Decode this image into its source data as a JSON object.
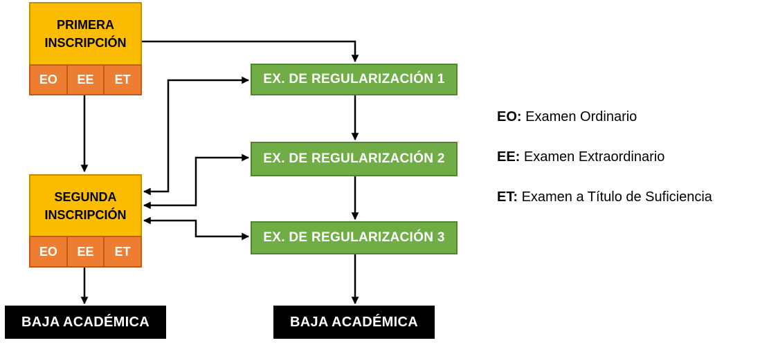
{
  "colors": {
    "gold_fill": "#FCBD00",
    "gold_border": "#BC8F07",
    "orange_fill": "#ED7D31",
    "orange_border": "#C05A15",
    "green_fill": "#70AD47",
    "green_border": "#548235",
    "black_box_fill": "#000000",
    "arrow": "#000000",
    "background": "#FFFFFF",
    "text_dark": "#000000",
    "text_light": "#FFFFFF"
  },
  "diagram": {
    "nodes": {
      "primera": {
        "label": "PRIMERA INSCRIPCIÓN",
        "exams": [
          "EO",
          "EE",
          "ET"
        ]
      },
      "segunda": {
        "label": "SEGUNDA INSCRIPCIÓN",
        "exams": [
          "EO",
          "EE",
          "ET"
        ]
      },
      "regularizacion": [
        "EX. DE REGULARIZACIÓN 1",
        "EX. DE REGULARIZACIÓN 2",
        "EX. DE REGULARIZACIÓN 3"
      ],
      "baja_left": "BAJA ACADÉMICA",
      "baja_center": "BAJA ACADÉMICA"
    },
    "legend": [
      {
        "term": "EO:",
        "definition": "Examen Ordinario"
      },
      {
        "term": "EE:",
        "definition": "Examen Extraordinario"
      },
      {
        "term": "ET:",
        "definition": "Examen a Título de Suficiencia"
      }
    ]
  }
}
